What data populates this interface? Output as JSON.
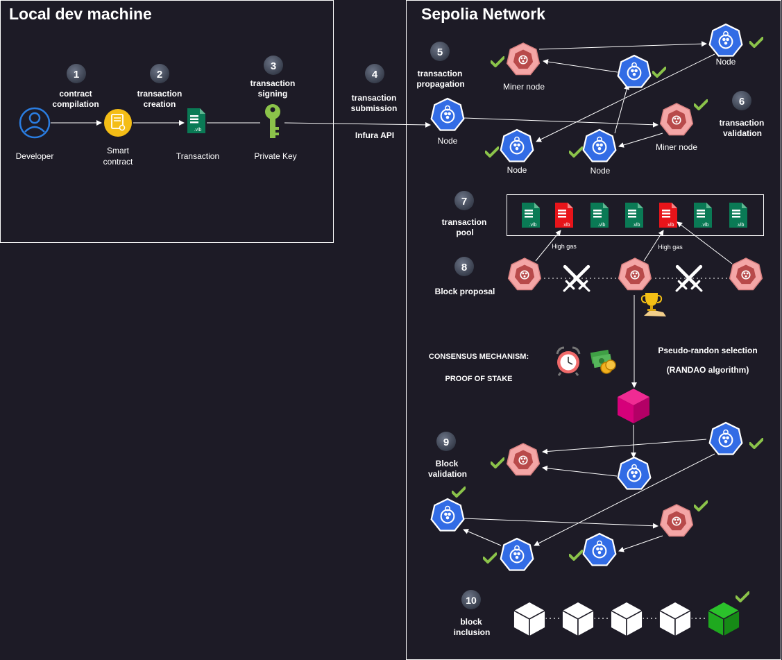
{
  "local": {
    "title": "Local dev machine",
    "developer": "Developer",
    "smart_contract": [
      "Smart",
      "contract"
    ],
    "transaction": "Transaction",
    "private_key": "Private Key"
  },
  "sepolia": {
    "title": "Sepolia Network"
  },
  "steps": [
    {
      "num": "1",
      "lines": [
        "contract",
        "compilation"
      ]
    },
    {
      "num": "2",
      "lines": [
        "transaction",
        "creation"
      ]
    },
    {
      "num": "3",
      "lines": [
        "transaction",
        "signing"
      ]
    },
    {
      "num": "4",
      "lines": [
        "transaction",
        "submission"
      ]
    },
    {
      "num": "5",
      "lines": [
        "transaction",
        "propagation"
      ]
    },
    {
      "num": "6",
      "lines": [
        "transaction",
        "validation"
      ]
    },
    {
      "num": "7",
      "lines": [
        "transaction",
        "pool"
      ]
    },
    {
      "num": "8",
      "lines": [
        "Block proposal"
      ]
    },
    {
      "num": "9",
      "lines": [
        "Block",
        "validation"
      ]
    },
    {
      "num": "10",
      "lines": [
        "block",
        "inclusion"
      ]
    }
  ],
  "labels": {
    "infura_api": "Infura API",
    "node": "Node",
    "miner_node": "Miner node",
    "high_gas": "High gas",
    "file_ext": ".vlb",
    "consensus": "CONSENSUS MECHANISM:",
    "pos": "PROOF OF STAKE",
    "selection": "Pseudo-randon selection",
    "randao": "(RANDAO algorithm)"
  },
  "colors": {
    "background": "#1d1b26",
    "node_blue": "#326ce5",
    "miner_red": "#f4a6a6",
    "miner_inner": "#b84a4a",
    "file_green": "#0a7a55",
    "file_red": "#e8141a",
    "block_pink": "#d6007a",
    "block_green": "#1fa91f",
    "badge": "#4d5566",
    "check": "#8bc34a"
  }
}
